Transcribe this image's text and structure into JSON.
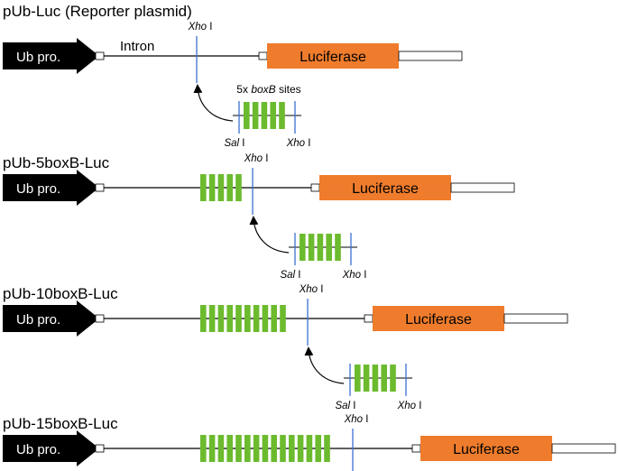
{
  "constructs": [
    {
      "title": "pUb-Luc (Reporter plasmid)",
      "promoter_label": "Ub pro.",
      "intron_label": "Intron",
      "reporter_label": "Luciferase",
      "box_count": 0,
      "xho_site_label": [
        "Xho",
        " I"
      ],
      "insert": {
        "caption_prefix": "5x ",
        "caption_italic": "boxB",
        "caption_suffix": " sites",
        "box_count": 5,
        "left_site_label": [
          "Sal",
          " I"
        ],
        "right_site_label": [
          "Xho",
          " I"
        ]
      }
    },
    {
      "title": "pUb-5boxB-Luc",
      "promoter_label": "Ub pro.",
      "reporter_label": "Luciferase",
      "box_count": 5,
      "xho_site_label": [
        "Xho",
        " I"
      ],
      "insert": {
        "box_count": 5,
        "left_site_label": [
          "Sal",
          " I"
        ],
        "right_site_label": [
          "Xho",
          " I"
        ]
      }
    },
    {
      "title": "pUb-10boxB-Luc",
      "promoter_label": "Ub pro.",
      "reporter_label": "Luciferase",
      "box_count": 10,
      "xho_site_label": [
        "Xho",
        " I"
      ],
      "insert": {
        "box_count": 5,
        "left_site_label": [
          "Sal",
          " I"
        ],
        "right_site_label": [
          "Xho",
          " I"
        ]
      }
    },
    {
      "title": "pUb-15boxB-Luc",
      "promoter_label": "Ub pro.",
      "reporter_label": "Luciferase",
      "box_count": 15,
      "xho_site_label": [
        "Xho",
        " I"
      ]
    }
  ],
  "colors": {
    "promoter": "#000000",
    "boxb": "#6cbb2e",
    "luciferase": "#ef7c2c",
    "site_line": "#3b6fd4",
    "backbone": "#000000"
  }
}
